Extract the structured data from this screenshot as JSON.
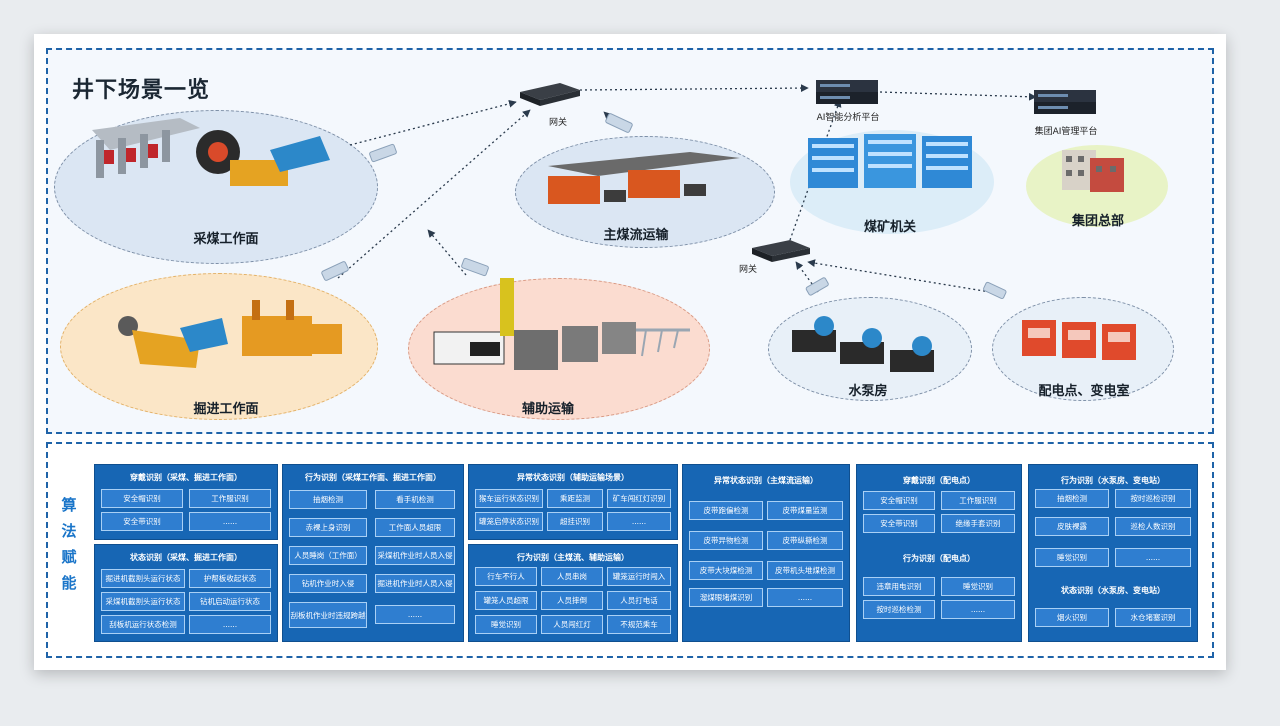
{
  "scene": {
    "title": "井下场景一览",
    "zones": {
      "mining_face": "采煤工作面",
      "main_transport": "主煤流运输",
      "coal_office": "煤矿机关",
      "group_hq": "集团总部",
      "tunneling_face": "掘进工作面",
      "aux_transport": "辅助运输",
      "pump_room": "水泵房",
      "power_room": "配电点、变电室"
    },
    "devices": {
      "gateway_top": "网关",
      "gateway_right": "网关",
      "ai_platform": "AI智能分析平台",
      "group_platform": "集团AI管理平台"
    }
  },
  "algorithm": {
    "title_chars": [
      "算",
      "法",
      "赋",
      "能"
    ],
    "cards": [
      {
        "title": "穿戴识别（采煤、掘进工作面）",
        "items": [
          "安全帽识别",
          "工作服识别",
          "安全带识别",
          "......"
        ]
      },
      {
        "title": "状态识别（采煤、掘进工作面）",
        "items": [
          "掘进机截割头运行状态",
          "护帮板收起状态",
          "采煤机截割头运行状态",
          "钻机启动运行状态",
          "刮板机运行状态检测",
          "......"
        ]
      },
      {
        "title": "行为识别（采煤工作面、掘进工作面）",
        "items": [
          "抽烟检测",
          "看手机检测",
          "赤裸上身识别",
          "工作面人员超限",
          "人员睡岗（工作面）",
          "采煤机作业时人员入侵",
          "钻机作业时入侵",
          "掘进机作业时人员入侵",
          "刮板机作业时违规跨越",
          "......"
        ]
      },
      {
        "title": "异常状态识别（辅助运输场景）",
        "items": [
          "猴车运行状态识别",
          "乘距监测",
          "矿车闯红灯识别",
          "罐笼启停状态识别",
          "超挂识别",
          "......"
        ]
      },
      {
        "title": "行为识别（主煤流、辅助运输）",
        "items": [
          "行车不行人",
          "人员串岗",
          "罐笼运行时闯入",
          "罐笼人员超限",
          "人员摔倒",
          "人员打电话",
          "睡觉识别",
          "人员闯红灯",
          "不规范乘车"
        ]
      },
      {
        "title": "异常状态识别（主煤流运输）",
        "items": [
          "皮带跑偏检测",
          "皮带煤量监测",
          "皮带异物检测",
          "皮带纵撕检测",
          "皮带大块煤检测",
          "皮带机头堆煤检测",
          "溜煤眼堵煤识别",
          "......"
        ]
      },
      {
        "title": "穿戴识别（配电点）",
        "items": [
          "安全帽识别",
          "工作服识别",
          "安全带识别",
          "绝缘手套识别"
        ]
      },
      {
        "title": "行为识别（配电点）",
        "items": [
          "违章用电识别",
          "睡觉识别",
          "按时巡检检测",
          "......"
        ]
      },
      {
        "title": "行为识别（水泵房、变电站）",
        "items": [
          "抽烟检测",
          "按时巡检识别",
          "皮肤裸露",
          "巡检人数识别",
          "睡觉识别",
          "......"
        ]
      },
      {
        "title": "状态识别（水泵房、变电站）",
        "items": [
          "烟火识别",
          "水仓堵塞识别"
        ]
      }
    ]
  },
  "colors": {
    "panel_border": "#1f63a8",
    "card_bg": "#1766b4",
    "cell_bg": "#2f7ed0",
    "accent": "#1a75c9"
  }
}
